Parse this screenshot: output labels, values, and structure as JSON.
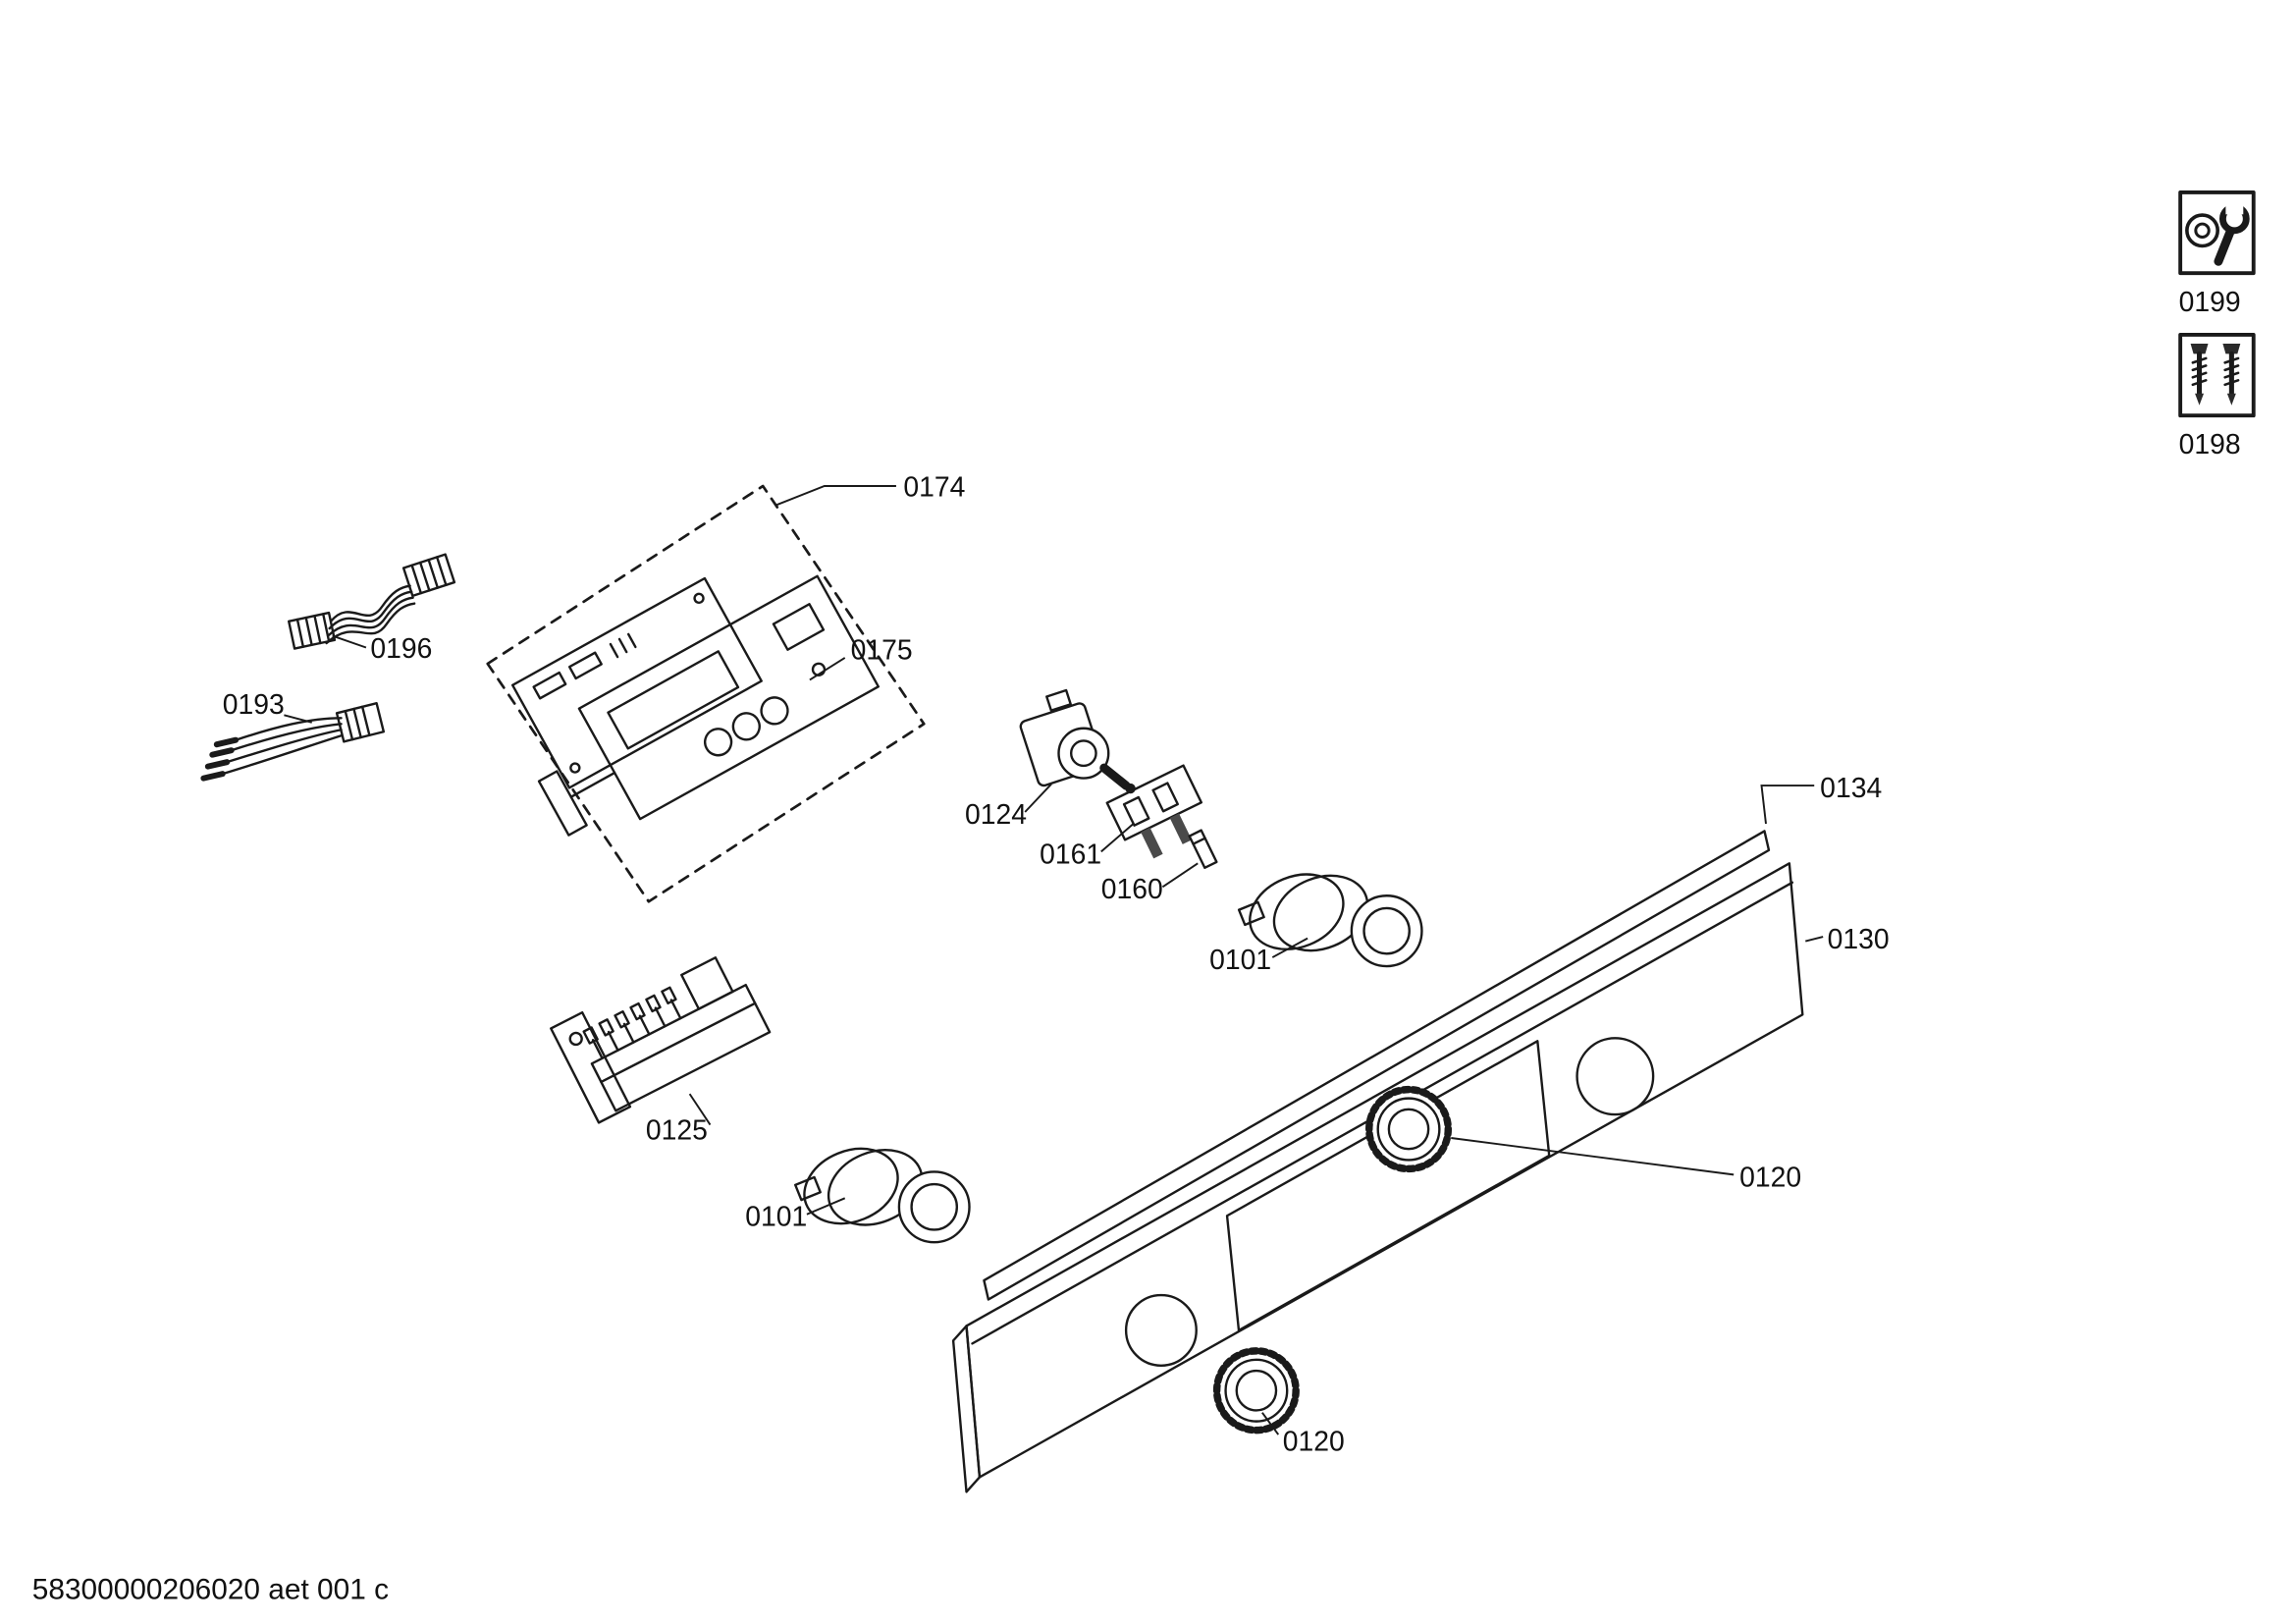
{
  "page": {
    "background": "#ffffff",
    "line_color": "#1a1a1a",
    "footer": "58300000206020 aet 001 c"
  },
  "icons": {
    "wrench_label": "0199",
    "screws_label": "0198",
    "wrench_icon_name": "service-wrench-icon",
    "screws_icon_name": "fastening-screws-icon"
  },
  "callouts": {
    "part_0174": "0174",
    "part_0175": "0175",
    "part_0196": "0196",
    "part_0193": "0193",
    "part_0124": "0124",
    "part_0161": "0161",
    "part_0160": "0160",
    "part_0101_upper": "0101",
    "part_0134": "0134",
    "part_0130": "0130",
    "part_0125": "0125",
    "part_0101_lower": "0101",
    "part_0120_right": "0120",
    "part_0120_bottom": "0120"
  }
}
